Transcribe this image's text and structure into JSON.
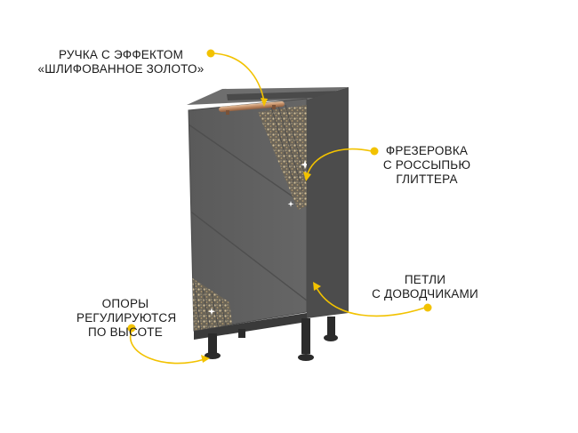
{
  "colors": {
    "accent": "#f2c200",
    "cabinet": "#5f5f5f",
    "cabinet_side": "#4c4c4c",
    "handle": "#c89b73",
    "glitter": "#c7b28a"
  },
  "callouts": {
    "handle": {
      "line1": "РУЧКА С ЭФФЕКТОМ",
      "line2": "«ШЛИФОВАННОЕ ЗОЛОТО»"
    },
    "milling": {
      "line1": "ФРЕЗЕРОВКА",
      "line2": "С РОССЫПЬЮ",
      "line3": "ГЛИТТЕРА"
    },
    "hinges": {
      "line1": "ПЕТЛИ",
      "line2": "С ДОВОДЧИКАМИ"
    },
    "legs": {
      "line1": "ОПОРЫ",
      "line2": "РЕГУЛИРУЮТСЯ",
      "line3": "ПО ВЫСОТЕ"
    }
  }
}
